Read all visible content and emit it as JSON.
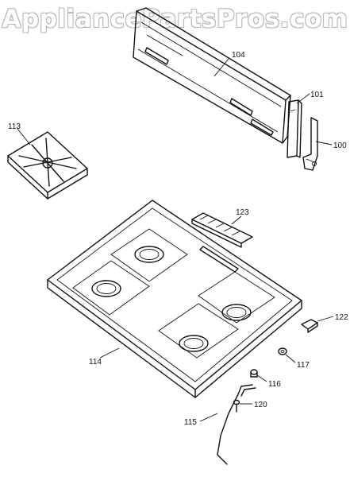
{
  "watermark": "AppliancePartsPros.com",
  "labels": {
    "p100": "100",
    "p101": "101",
    "p104": "104",
    "p113": "113",
    "p114": "114",
    "p115": "115",
    "p116": "116",
    "p117": "117",
    "p120": "120",
    "p122": "122",
    "p123": "123"
  }
}
